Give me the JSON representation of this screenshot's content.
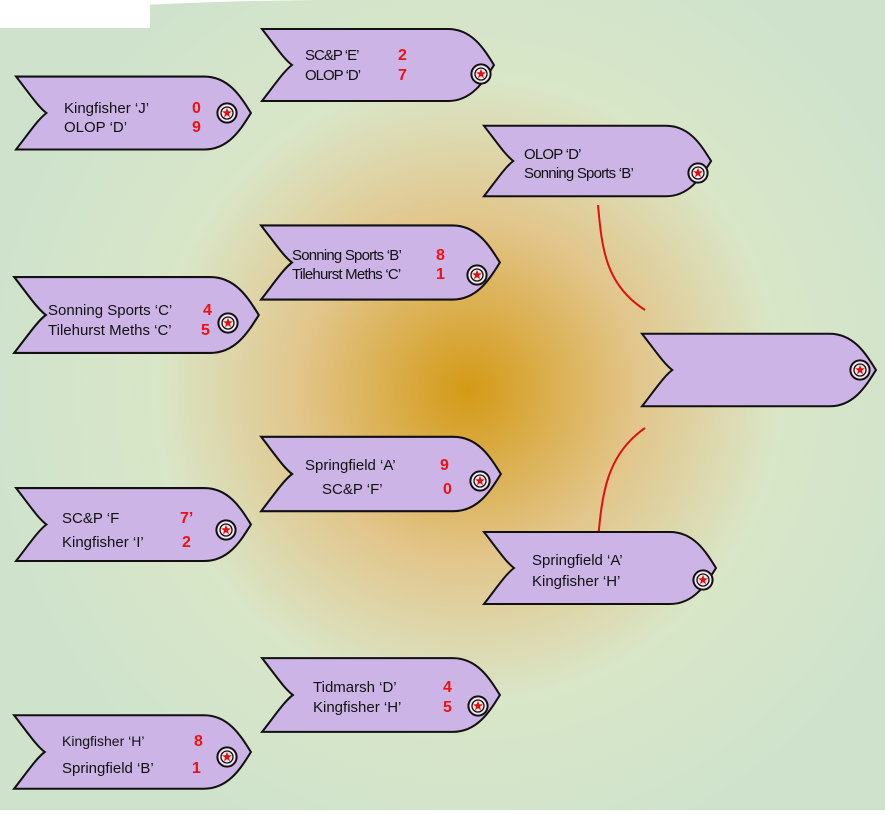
{
  "colors": {
    "fish_fill": "#cdb4e6",
    "fish_stroke": "#111111",
    "score": "#ee1111",
    "connector": "#e01010",
    "glow_center": "#d49a16",
    "glow_edge": "#cfe3cc"
  },
  "icons": {
    "eye": "star-eye-icon"
  },
  "bracket": {
    "round1": [
      {
        "home": "Kingfisher ‘J’",
        "home_score": "0",
        "away": "OLOP ‘D’",
        "away_score": "9"
      },
      {
        "home": "Sonning Sports ‘C’",
        "home_score": "4",
        "away": "Tilehurst Meths ‘C’",
        "away_score": "5"
      },
      {
        "home": "SC&P ‘F",
        "home_score": "7’",
        "away": "Kingfisher ‘I’",
        "away_score": "2"
      },
      {
        "home": "Kingfisher ‘H’",
        "home_score": "8",
        "away": "Springfield ‘B’",
        "away_score": "1"
      }
    ],
    "round2": [
      {
        "home": "SC&P ‘E’",
        "home_score": "2",
        "away": "OLOP ‘D’",
        "away_score": "7"
      },
      {
        "home": "Sonning Sports ‘B’",
        "home_score": "8",
        "away": "Tilehurst Meths ‘C’",
        "away_score": "1"
      },
      {
        "home": "Springfield ‘A’",
        "home_score": "9",
        "away": "SC&P ‘F’",
        "away_score": "0"
      },
      {
        "home": "Tidmarsh ‘D’",
        "home_score": "4",
        "away": "Kingfisher ‘H’",
        "away_score": "5"
      }
    ],
    "semis": [
      {
        "home": "OLOP ‘D’",
        "away": "Sonning Sports ‘B’"
      },
      {
        "home": "Springfield ‘A’",
        "away": "Kingfisher ‘H’"
      }
    ],
    "final": {}
  }
}
